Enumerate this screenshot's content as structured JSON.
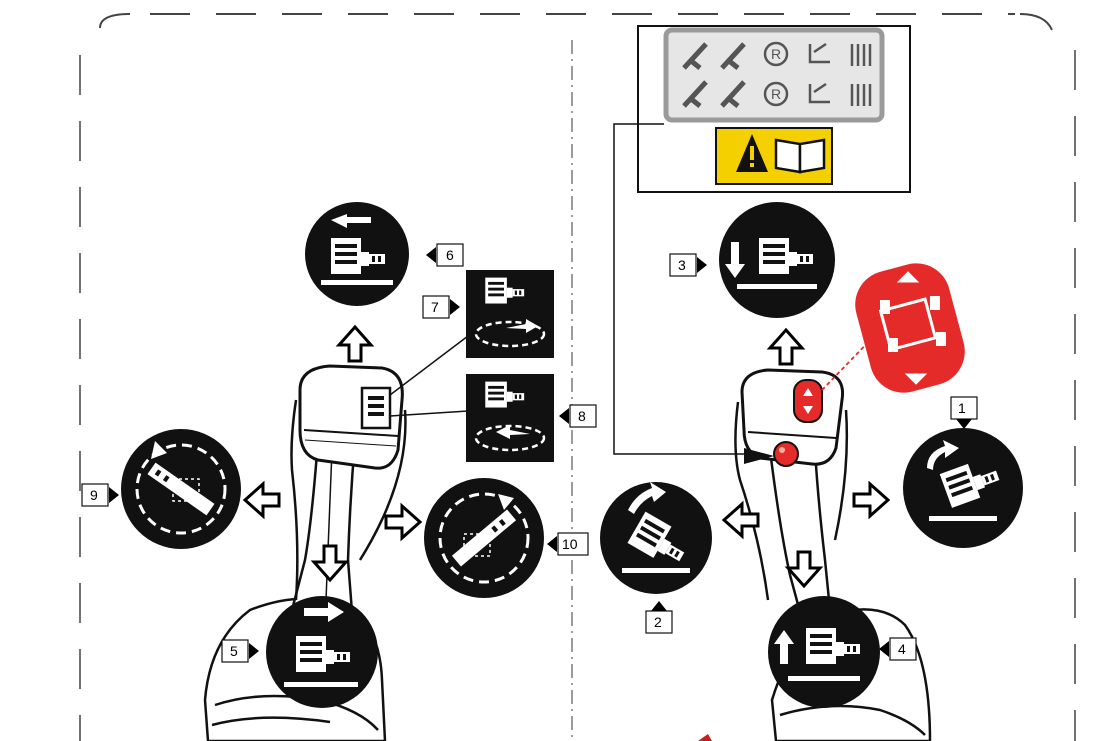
{
  "diagram": {
    "callouts": [
      {
        "id": "1",
        "label": "1",
        "function": "rotate-attachment-left-icon"
      },
      {
        "id": "2",
        "label": "2",
        "function": "tilt-attachment-up-icon"
      },
      {
        "id": "3",
        "label": "3",
        "function": "lower-attachment-icon"
      },
      {
        "id": "4",
        "label": "4",
        "function": "raise-attachment-icon"
      },
      {
        "id": "5",
        "label": "5",
        "function": "move-attachment-right-icon"
      },
      {
        "id": "6",
        "label": "6",
        "function": "move-attachment-left-icon"
      },
      {
        "id": "7",
        "label": "7",
        "function": "rotate-attachment-clockwise-icon"
      },
      {
        "id": "8",
        "label": "8",
        "function": "rotate-attachment-counterclockwise-icon"
      },
      {
        "id": "9",
        "label": "9",
        "function": "swing-boom-left-icon"
      },
      {
        "id": "10",
        "label": "10",
        "function": "swing-boom-right-icon"
      }
    ],
    "decal_colors": {
      "warning_yellow": "#f5d000",
      "travel_button_red": "#e52a2a",
      "icon_black": "#111111"
    }
  }
}
